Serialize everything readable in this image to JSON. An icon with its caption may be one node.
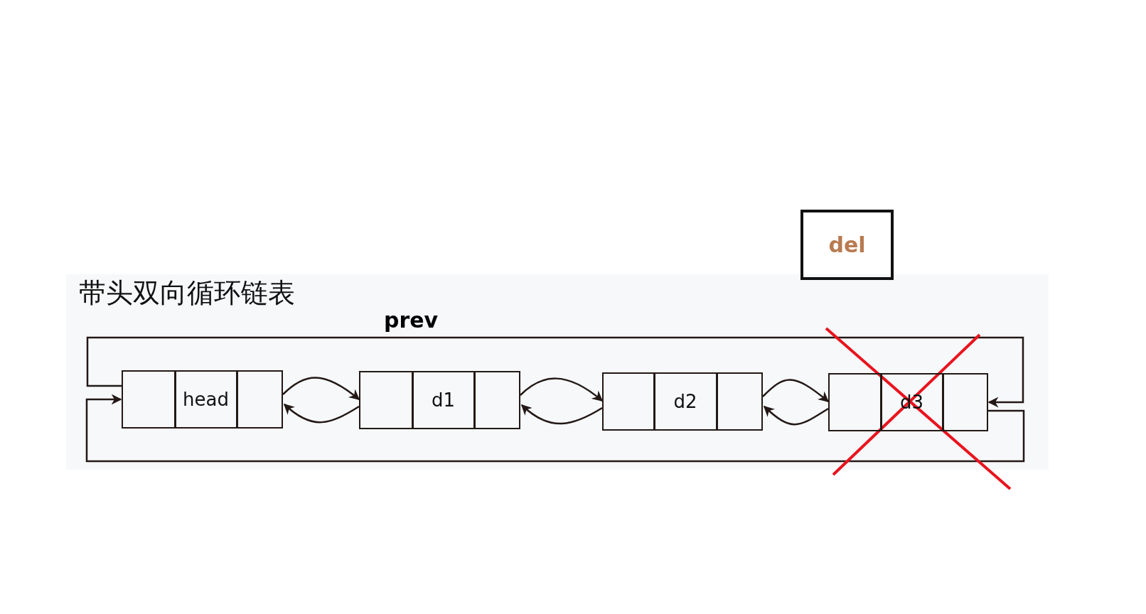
{
  "diagram": {
    "title": "带头双向循环链表",
    "nodes": [
      {
        "text": [
          "del"
        ]
      },
      {
        "text": [
          "head"
        ]
      },
      {
        "text": [
          "d1"
        ]
      },
      {
        "text": [
          "d2"
        ]
      },
      {
        "text": [
          "d3"
        ]
      }
    ],
    "edges": [
      {
        "from": 1,
        "to": 2,
        "arrow": "to"
      },
      {
        "from": 2,
        "to": 1,
        "arrow": "to"
      },
      {
        "from": 2,
        "to": 3,
        "arrow": "to"
      },
      {
        "from": 3,
        "to": 2,
        "arrow": "to"
      },
      {
        "from": 3,
        "to": 4,
        "arrow": "to"
      },
      {
        "from": 4,
        "to": 3,
        "arrow": "to"
      },
      {
        "from": 1,
        "to": 4,
        "arrow": "to"
      },
      {
        "from": 4,
        "to": 1,
        "arrow": "to"
      }
    ],
    "labels": [
      "prev"
    ]
  }
}
